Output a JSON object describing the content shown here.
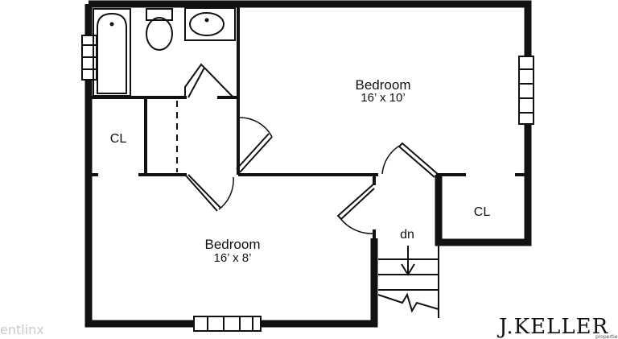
{
  "rooms": {
    "bedroom_upper": {
      "name": "Bedroom",
      "dims": "16’ x 10’"
    },
    "bedroom_lower": {
      "name": "Bedroom",
      "dims": "16’ x 8’"
    },
    "closet_left": "CL",
    "closet_right": "CL",
    "stairs": "dn"
  },
  "watermark": "entlinx",
  "brand": {
    "name": "J.KELLER",
    "sub": "properties"
  },
  "colors": {
    "wall": "#111111",
    "background": "#ffffff",
    "watermark": "#c9c9c9"
  }
}
